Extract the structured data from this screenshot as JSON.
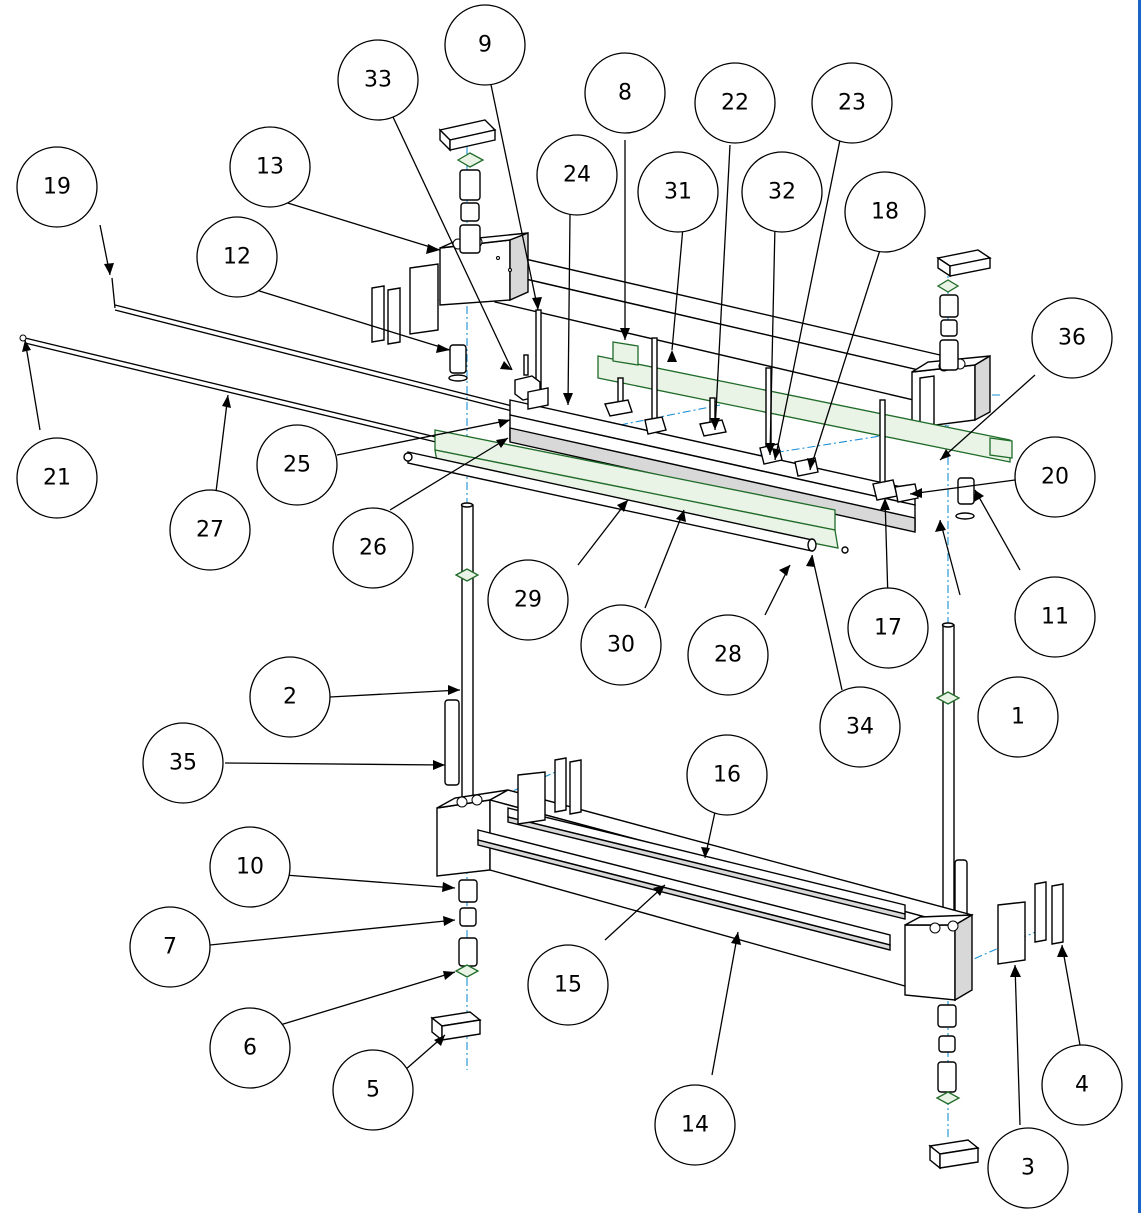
{
  "balloons": [
    {
      "label": "1"
    },
    {
      "label": "2"
    },
    {
      "label": "3"
    },
    {
      "label": "4"
    },
    {
      "label": "5"
    },
    {
      "label": "6"
    },
    {
      "label": "7"
    },
    {
      "label": "8"
    },
    {
      "label": "9"
    },
    {
      "label": "10"
    },
    {
      "label": "11"
    },
    {
      "label": "12"
    },
    {
      "label": "13"
    },
    {
      "label": "14"
    },
    {
      "label": "15"
    },
    {
      "label": "16"
    },
    {
      "label": "17"
    },
    {
      "label": "18"
    },
    {
      "label": "19"
    },
    {
      "label": "20"
    },
    {
      "label": "21"
    },
    {
      "label": "22"
    },
    {
      "label": "23"
    },
    {
      "label": "24"
    },
    {
      "label": "25"
    },
    {
      "label": "26"
    },
    {
      "label": "27"
    },
    {
      "label": "28"
    },
    {
      "label": "29"
    },
    {
      "label": "30"
    },
    {
      "label": "31"
    },
    {
      "label": "32"
    },
    {
      "label": "33"
    },
    {
      "label": "34"
    },
    {
      "label": "35"
    },
    {
      "label": "36"
    }
  ],
  "colors": {
    "line": "#000000",
    "center_line": "#1a8fd6",
    "plate": "#1f6b28",
    "edge": "#1a64c8"
  }
}
